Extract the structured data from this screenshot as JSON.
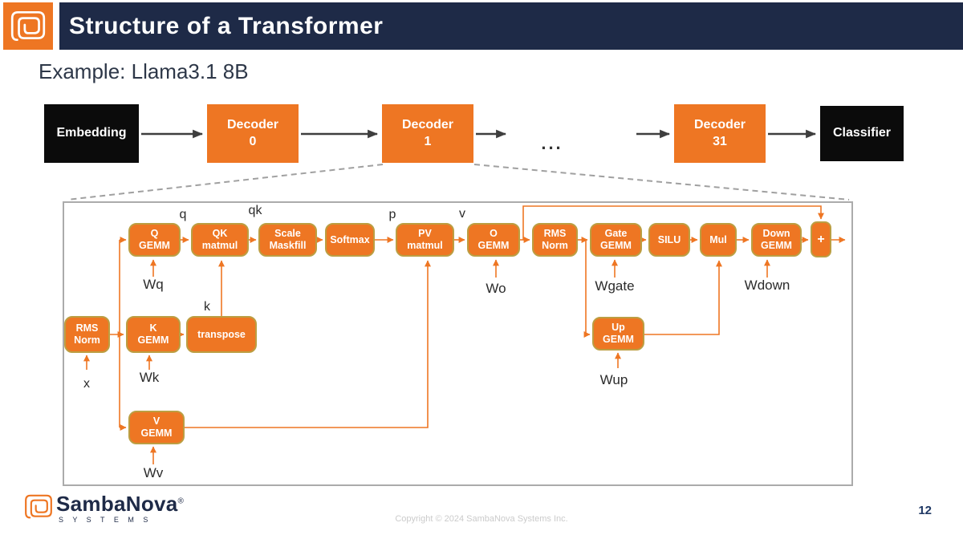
{
  "header": {
    "title": "Structure of a Transformer"
  },
  "subtitle": "Example: Llama3.1 8B",
  "colors": {
    "brand_orange": "#EE7623",
    "brand_navy": "#1E2A47",
    "node_border_gold": "#BC9E42",
    "flow_black": "#0B0B0B",
    "wire_orange": "#EE7623",
    "arrow_dark": "#3E3E3E",
    "dashed_gray": "#A0A0A0"
  },
  "flow": {
    "embedding": "Embedding",
    "decoder0": "Decoder\n0",
    "decoder1": "Decoder\n1",
    "ellipsis": "...",
    "decoder31": "Decoder\n31",
    "classifier": "Classifier"
  },
  "detail": {
    "nodes": {
      "q_gemm": "Q\nGEMM",
      "qk_matmul": "QK\nmatmul",
      "scale_maskfill": "Scale\nMaskfill",
      "softmax": "Softmax",
      "pv_matmul": "PV\nmatmul",
      "o_gemm": "O\nGEMM",
      "rms_norm_2": "RMS\nNorm",
      "gate_gemm": "Gate\nGEMM",
      "silu": "SILU",
      "mul": "Mul",
      "down_gemm": "Down\nGEMM",
      "plus": "+",
      "rms_norm_1": "RMS\nNorm",
      "k_gemm": "K\nGEMM",
      "transpose": "transpose",
      "up_gemm": "Up\nGEMM",
      "v_gemm": "V\nGEMM"
    },
    "signals": {
      "q": "q",
      "qk": "qk",
      "p": "p",
      "v": "v",
      "k": "k",
      "x": "x"
    },
    "weights": {
      "wq": "Wq",
      "wk": "Wk",
      "wv": "Wv",
      "wo": "Wo",
      "wgate": "Wgate",
      "wup": "Wup",
      "wdown": "Wdown"
    }
  },
  "footer": {
    "brand": "SambaNova",
    "registered": "®",
    "systems": "S Y S T E M S",
    "copyright": "Copyright © 2024 SambaNova Systems Inc.",
    "page": "12"
  }
}
